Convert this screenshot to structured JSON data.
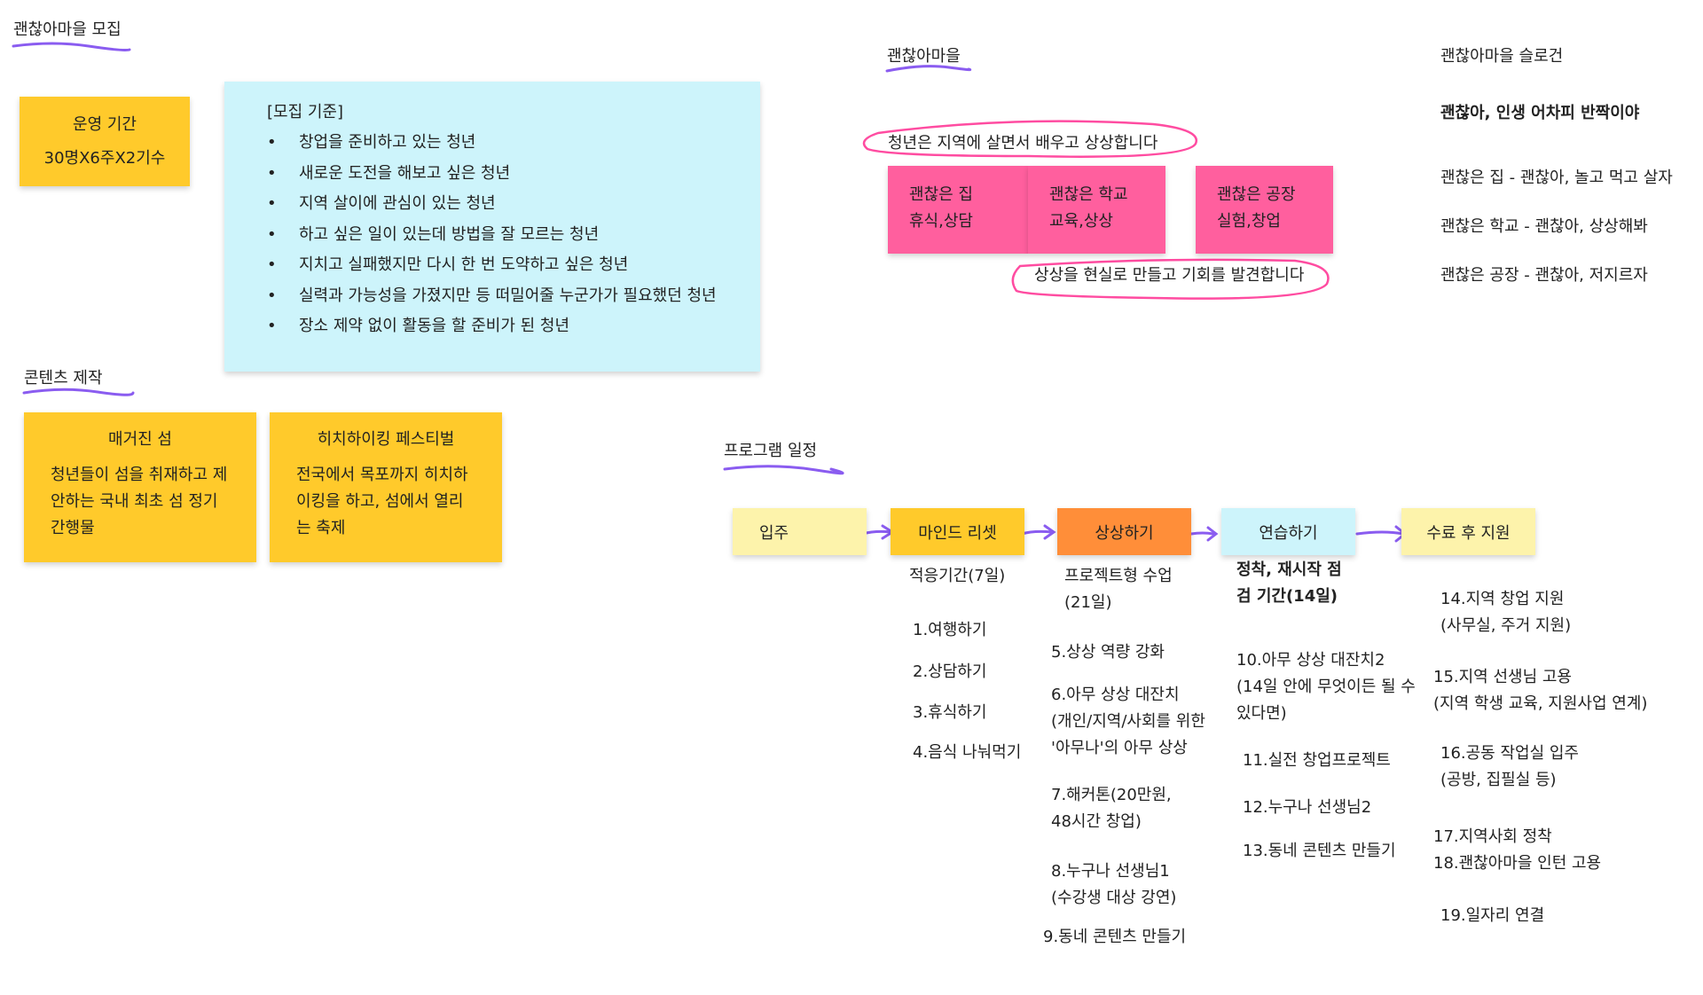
{
  "recruit_title": "괜찮아마을 모집",
  "operation": {
    "title": "운영 기간",
    "value": "30명X6주X2기수"
  },
  "criteria": {
    "title": "[모집 기준]",
    "items": [
      "창업을 준비하고 있는 청년",
      "새로운 도전을 해보고 싶은 청년",
      "지역 살이에 관심이 있는 청년",
      "하고 싶은 일이 있는데 방법을 잘 모르는 청년",
      "지치고 실패했지만 다시 한 번 도약하고 싶은 청년",
      "실력과 가능성을 가졌지만 등 떠밀어줄 누군가가 필요했던 청년",
      "장소 제약 없이 활동을 할 준비가 된 청년"
    ]
  },
  "content_title": "콘텐츠 제작",
  "magazine": {
    "title": "매거진 섬",
    "body": "청년들이 섬을 취재하고 제안하는 국내 최초 섬 정기간행물"
  },
  "festival": {
    "title": "히치하이킹 페스티벌",
    "body": "전국에서 목포까지 히치하이킹을 하고, 섬에서 열리는 축제"
  },
  "village_title": "괜찮아마을",
  "village_top_text": "청년은 지역에 살면서 배우고 상상합니다",
  "village_notes": [
    {
      "line1": "괜찮은 집",
      "line2": "휴식,상담"
    },
    {
      "line1": "괜찮은 학교",
      "line2": "교육,상상"
    },
    {
      "line1": "괜찮은 공장",
      "line2": "실험,창업"
    }
  ],
  "village_bottom_text": "상상을 현실로 만들고 기회를 발견합니다",
  "slogan": {
    "title": "괜찮아마을 슬로건",
    "main": "괜찮아, 인생 어차피 반짝이야",
    "items": [
      "괜찮은 집 - 괜찮아, 놀고 먹고 살자",
      "괜찮은 학교 - 괜찮아, 상상해봐",
      "괜찮은 공장 - 괜찮아, 저지르자"
    ]
  },
  "program_title": "프로그램 일정",
  "steps": [
    "입주",
    "마인드 리셋",
    "상상하기",
    "연습하기",
    "수료 후 지원"
  ],
  "col_mind": {
    "period": "적응기간(7일)",
    "items": [
      "1.여행하기",
      "2.상담하기",
      "3.휴식하기",
      "4.음식 나눠먹기"
    ]
  },
  "col_imagine": {
    "period1": "프로젝트형 수업",
    "period2": "(21일)",
    "i5": "5.상상 역량 강화",
    "i6a": "6.아무 상상 대잔치",
    "i6b": "(개인/지역/사회를 위한",
    "i6c": "'아무나'의 아무 상상",
    "i7a": "7.해커톤(20만원,",
    "i7b": "48시간 창업)",
    "i8a": "8.누구나 선생님1",
    "i8b": "(수강생 대상 강연)",
    "i9": "9.동네 콘텐츠 만들기"
  },
  "col_practice": {
    "period1": "정착, 재시작 점",
    "period2": "검 기간(14일)",
    "i10a": "10.아무 상상 대잔치2",
    "i10b": "(14일 안에 무엇이든 될 수",
    "i10c": "있다면)",
    "i11": "11.실전 창업프로젝트",
    "i12": "12.누구나 선생님2",
    "i13": "13.동네 콘텐츠 만들기"
  },
  "col_after": {
    "i14a": "14.지역 창업 지원",
    "i14b": "(사무실, 주거 지원)",
    "i15a": "15.지역 선생님 고용",
    "i15b": "(지역 학생 교육, 지원사업 연계)",
    "i16a": "16.공동 작업실 입주",
    "i16b": "(공방, 집필실 등)",
    "i17": "17.지역사회 정착",
    "i18": "18.괜찮아마을 인턴 고용",
    "i19": "19.일자리 연결"
  }
}
